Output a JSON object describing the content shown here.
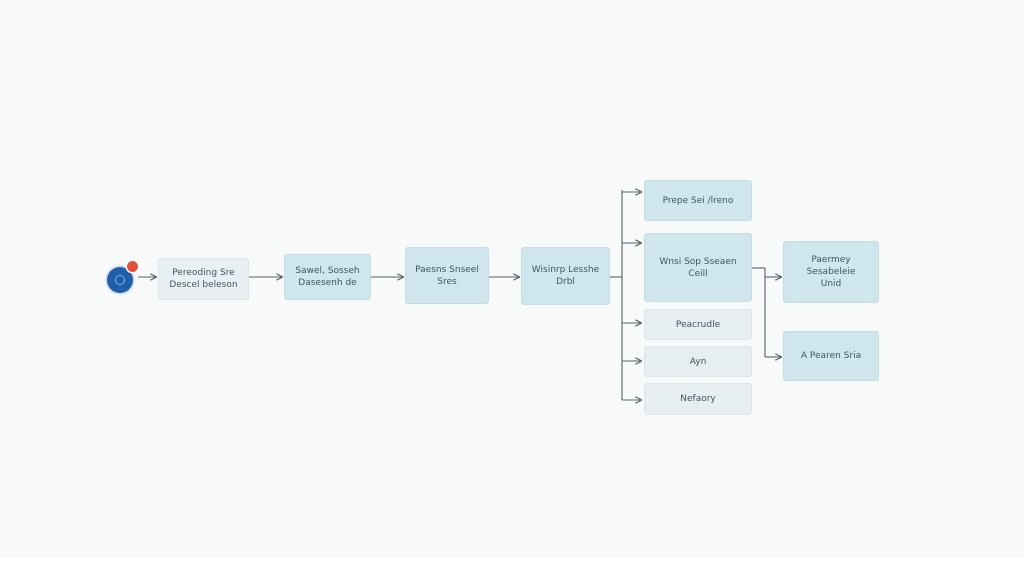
{
  "nodes": {
    "n1": "Pereoding Sre\nDescel beleson",
    "n2": "Sawel, Sosseh\nDasesenh de",
    "n3": "Paesns Snseel\nSres",
    "n4": "Wisinrp Lesshe\nDrbl",
    "n5": "Prepe Sei /lreno",
    "n6": "Wnsi Sop Sseaen\nCeill",
    "n7": "Peacrudle",
    "n8": "Ayn",
    "n9": "Nefaory",
    "n10": "Paermey Sesabeleie\nUnid",
    "n11": "A Pearen Sria"
  },
  "colors": {
    "accent": "#1f5ea8",
    "badge": "#e0503a",
    "node_teal": "#cfe6ec",
    "node_light": "#e9f0f3",
    "line": "#55626a"
  }
}
